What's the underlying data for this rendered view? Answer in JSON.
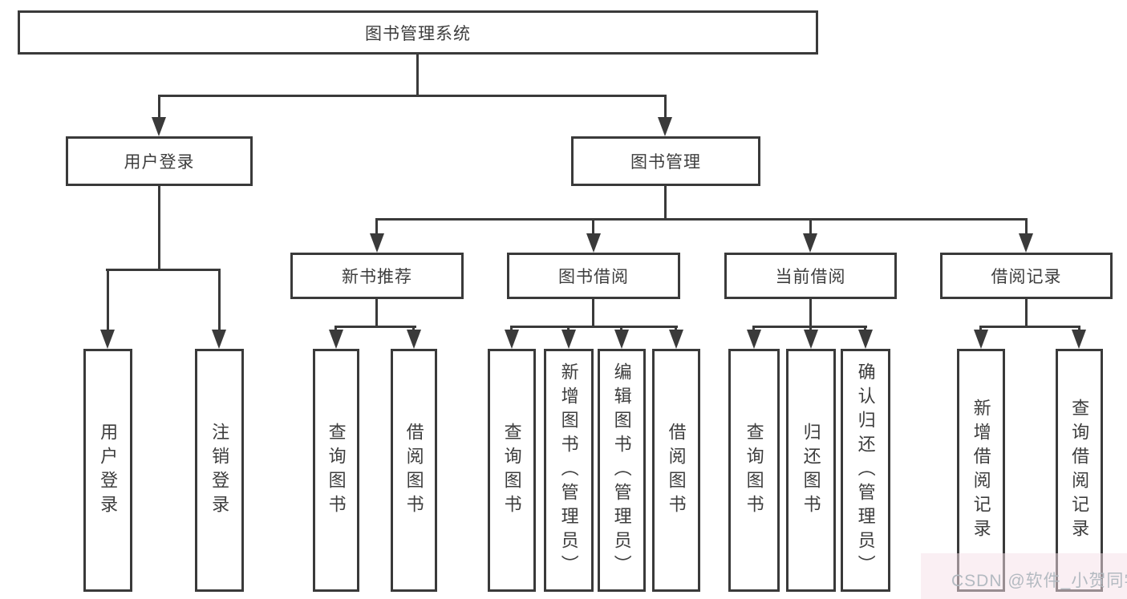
{
  "diagram": {
    "root_label": "图书管理系统",
    "user_branch": {
      "label": "用户登录",
      "leaves": [
        "用户登录",
        "注销登录"
      ]
    },
    "book_branch": {
      "label": "图书管理",
      "children": [
        {
          "label": "新书推荐",
          "leaves": [
            "查询图书",
            "借阅图书"
          ]
        },
        {
          "label": "图书借阅",
          "leaves": [
            "查询图书",
            "新增图书（管理员）",
            "编辑图书（管理员）",
            "借阅图书"
          ]
        },
        {
          "label": "当前借阅",
          "leaves": [
            "查询图书",
            "归还图书",
            "确认归还（管理员）"
          ]
        },
        {
          "label": "借阅记录",
          "leaves": [
            "新增借阅记录",
            "查询借阅记录"
          ]
        }
      ]
    },
    "watermark": "CSDN @软件_小贺同学",
    "colors": {
      "line": "#3a3a3a",
      "text": "#3d3d3d",
      "watermark": "#b3bac1",
      "background": "#ffffff"
    }
  }
}
